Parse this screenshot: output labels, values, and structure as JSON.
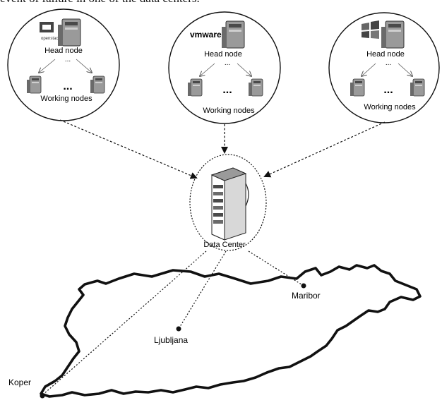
{
  "caption_fragment": "event of failure in one of the data centers.",
  "clusters": [
    {
      "brand": "openstack",
      "brand_label": "openstack",
      "head_label": "Head node",
      "dots_top": "...",
      "dots_mid": "...",
      "working_label": "Working nodes"
    },
    {
      "brand": "vmware",
      "brand_label": "vmware",
      "head_label": "Head node",
      "dots_top": "...",
      "dots_mid": "...",
      "working_label": "Working nodes"
    },
    {
      "brand": "windows",
      "brand_label": "",
      "head_label": "Head node",
      "dots_top": "...",
      "dots_mid": "...",
      "working_label": "Working nodes"
    }
  ],
  "data_center": {
    "label": "Data Center",
    "icon": "server-rack-icon"
  },
  "map": {
    "region_icon": "country-outline",
    "cities": [
      "Maribor",
      "Ljubljana",
      "Koper"
    ]
  },
  "colors": {
    "ink": "#111111",
    "server_body": "#9a9a9a",
    "server_dark": "#4a4a4a"
  }
}
